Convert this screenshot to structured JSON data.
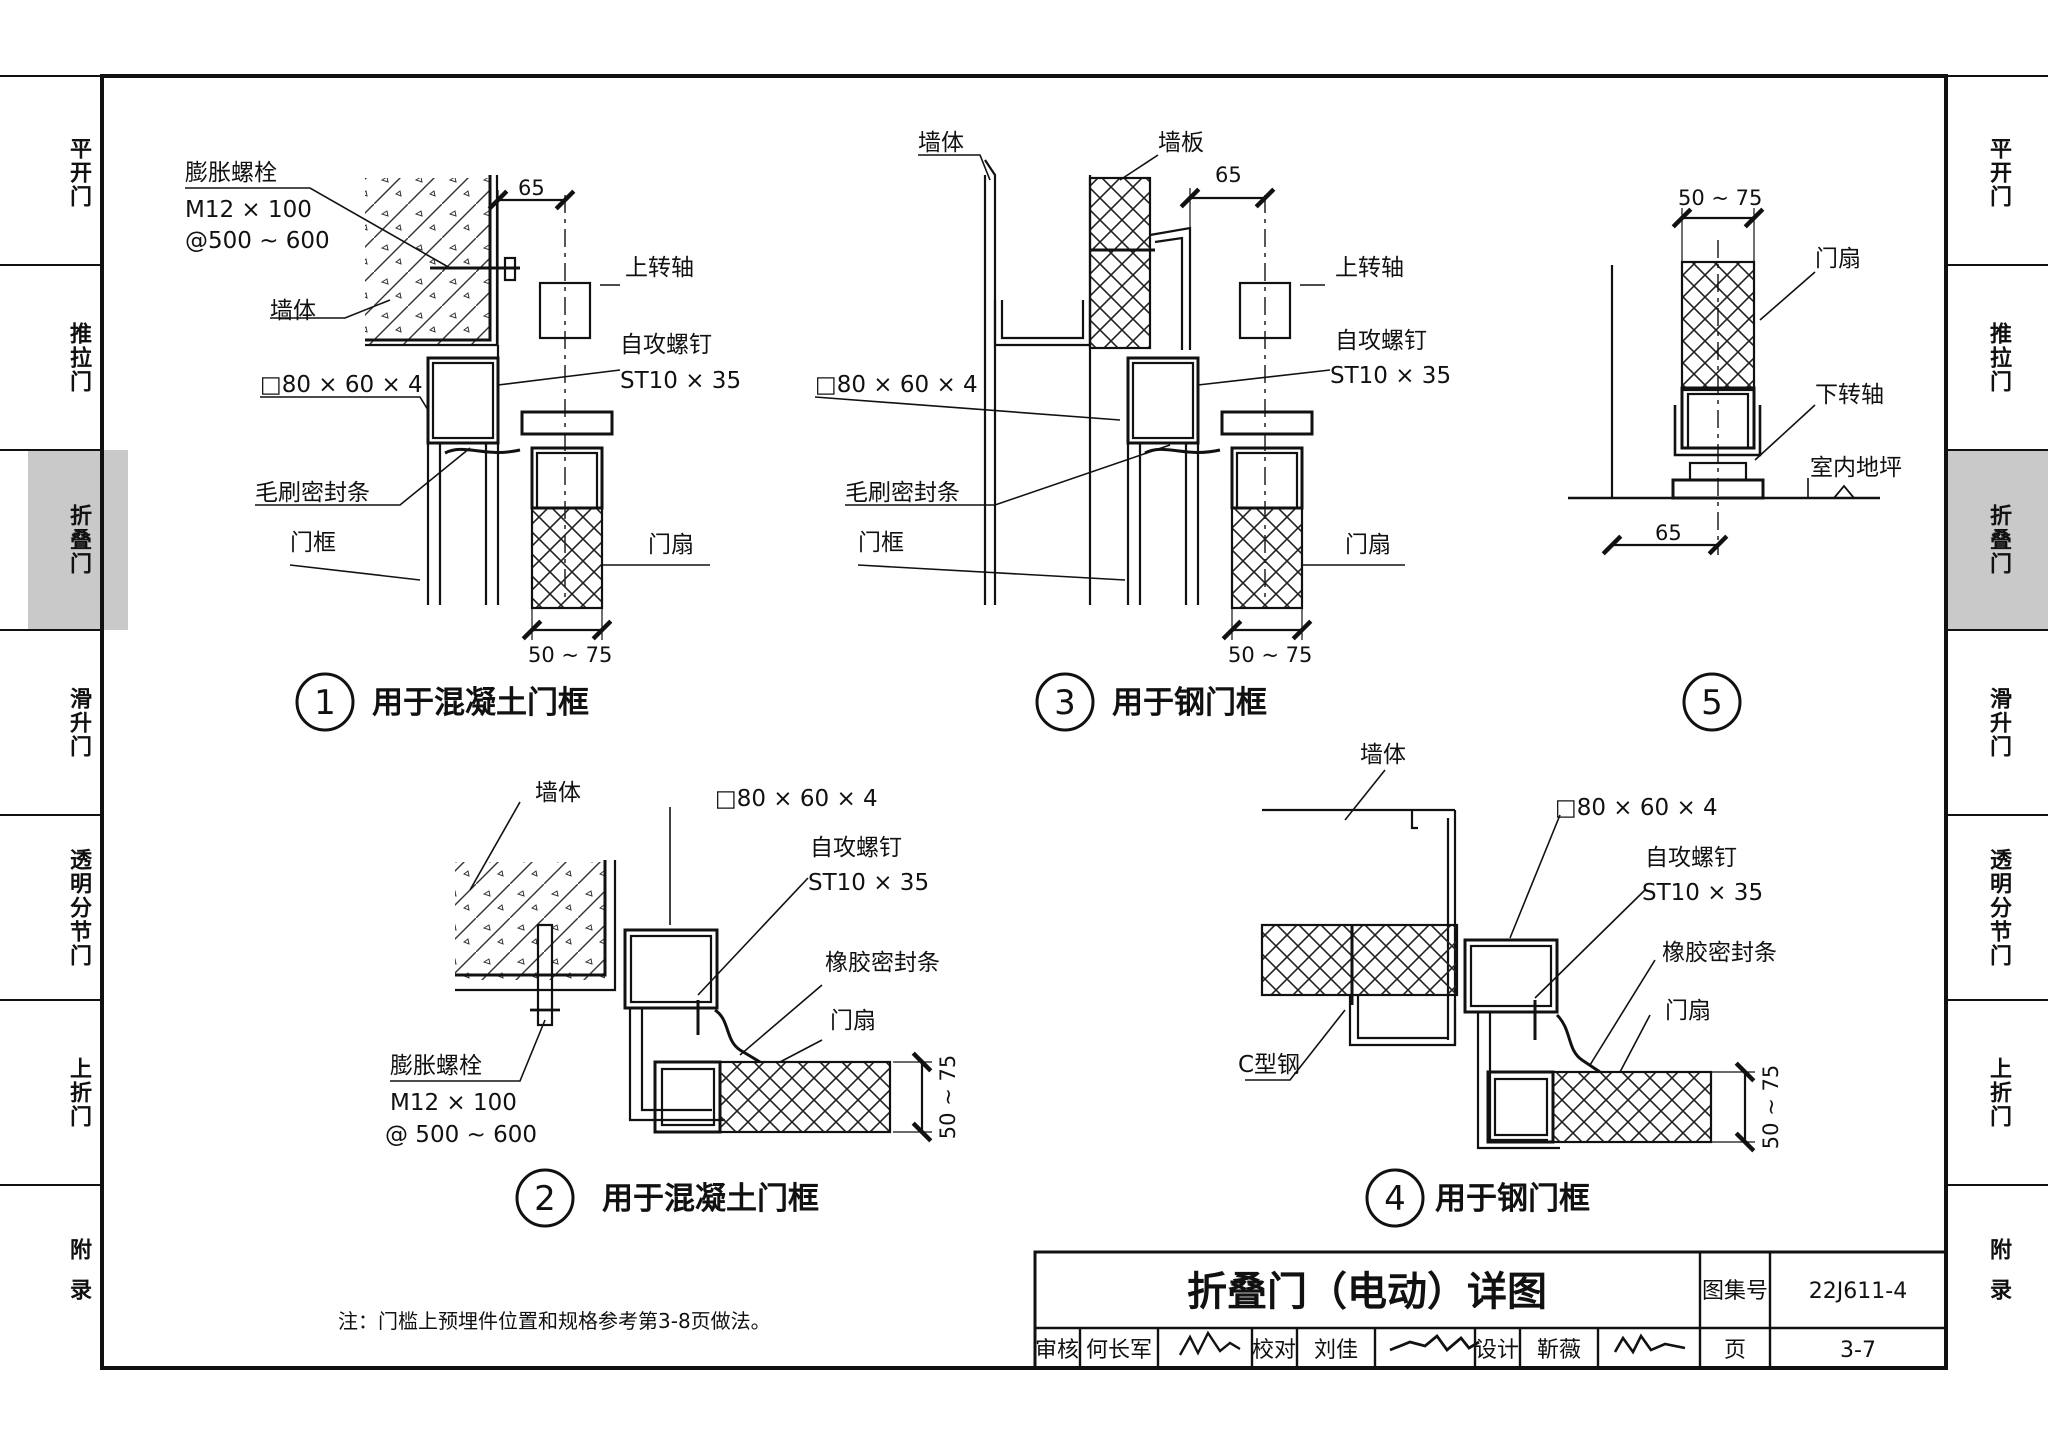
{
  "side_tabs": [
    "平开门",
    "推拉门",
    "折叠门",
    "滑升门",
    "透明分节门",
    "上折门",
    "附录"
  ],
  "active_tab": "折叠门",
  "details": {
    "d1": {
      "num": "1",
      "caption": "用于混凝土门框",
      "labels": {
        "bolt": "膨胀螺栓",
        "bolt_spec": "M12 × 100",
        "bolt_spacing": "@500 ~ 600",
        "wall": "墙体",
        "tube": "□80 × 60 × 4",
        "brush": "毛刷密封条",
        "frame": "门框",
        "upper_axis": "上转轴",
        "screw": "自攻螺钉",
        "screw_spec": "ST10 × 35",
        "leaf": "门扇"
      },
      "dims": {
        "offset": "65",
        "thickness": "50 ~ 75"
      }
    },
    "d2": {
      "num": "2",
      "caption": "用于混凝土门框",
      "labels": {
        "wall": "墙体",
        "tube": "□80 × 60 × 4",
        "screw": "自攻螺钉",
        "screw_spec": "ST10 × 35",
        "rubber": "橡胶密封条",
        "leaf": "门扇",
        "bolt": "膨胀螺栓",
        "bolt_spec": "M12 × 100",
        "bolt_spacing": "@ 500 ~ 600"
      },
      "dims": {
        "thickness": "50 ~ 75"
      }
    },
    "d3": {
      "num": "3",
      "caption": "用于钢门框",
      "labels": {
        "wall": "墙体",
        "panel": "墙板",
        "tube": "□80 × 60 × 4",
        "brush": "毛刷密封条",
        "frame": "门框",
        "upper_axis": "上转轴",
        "screw": "自攻螺钉",
        "screw_spec": "ST10 × 35",
        "leaf": "门扇"
      },
      "dims": {
        "offset": "65",
        "thickness": "50 ~ 75"
      }
    },
    "d4": {
      "num": "4",
      "caption": "用于钢门框",
      "labels": {
        "wall": "墙体",
        "tube": "□80 × 60 × 4",
        "screw": "自攻螺钉",
        "screw_spec": "ST10 × 35",
        "rubber": "橡胶密封条",
        "leaf": "门扇",
        "c_steel": "C型钢"
      },
      "dims": {
        "thickness": "50 ~ 75"
      }
    },
    "d5": {
      "num": "5",
      "labels": {
        "leaf": "门扇",
        "lower_axis": "下转轴",
        "floor": "室内地坪"
      },
      "dims": {
        "thickness": "50 ~ 75",
        "offset": "65"
      }
    }
  },
  "note": "注：门槛上预埋件位置和规格参考第3-8页做法。",
  "title_block": {
    "title": "折叠门（电动）详图",
    "atlas_label": "图集号",
    "atlas_no": "22J611-4",
    "review_label": "审核",
    "reviewer": "何长军",
    "check_label": "校对",
    "checker": "刘佳",
    "design_label": "设计",
    "designer": "靳薇",
    "page_label": "页",
    "page_no": "3-7"
  }
}
